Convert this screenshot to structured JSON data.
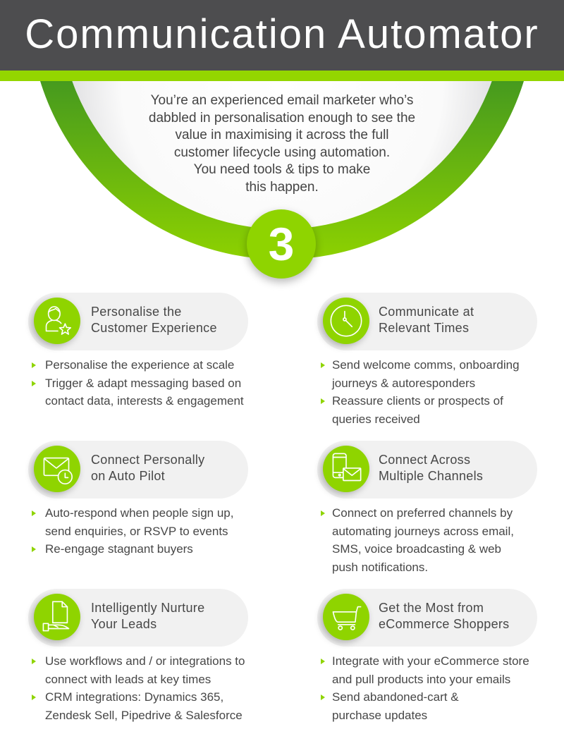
{
  "header": {
    "title": "Communication Automator"
  },
  "intro": {
    "lines": [
      "You’re an experienced email marketer who’s",
      "dabbled in personalisation enough to see the",
      "value in maximising it across the full",
      "customer lifecycle using automation.",
      "You need tools & tips to make",
      "this happen."
    ]
  },
  "step_number": "3",
  "colors": {
    "header_bg": "#4d4d4f",
    "stripe": "#94d600",
    "accent": "#8fd400",
    "arc_dark": "#469a1e",
    "arc_light": "#8ed200",
    "text": "#474747",
    "pill": "#f1f1f1"
  },
  "sections": [
    {
      "icon": "person-star-icon",
      "title_lines": [
        "Personalise the",
        "Customer Experience"
      ],
      "bullets": [
        {
          "lines": [
            "Personalise the experience at scale"
          ]
        },
        {
          "lines": [
            "Trigger & adapt messaging based on",
            "contact data, interests & engagement"
          ]
        }
      ]
    },
    {
      "icon": "clock-icon",
      "title_lines": [
        "Communicate at",
        "Relevant Times"
      ],
      "bullets": [
        {
          "lines": [
            "Send welcome comms, onboarding",
            "journeys & autoresponders"
          ]
        },
        {
          "lines": [
            "Reassure clients or prospects of",
            "queries received"
          ]
        }
      ]
    },
    {
      "icon": "mail-clock-icon",
      "title_lines": [
        "Connect Personally",
        "on Auto Pilot"
      ],
      "bullets": [
        {
          "lines": [
            "Auto-respond when people sign up,",
            "send enquiries, or RSVP to events"
          ]
        },
        {
          "lines": [
            "Re-engage stagnant buyers"
          ]
        }
      ]
    },
    {
      "icon": "phone-mail-icon",
      "title_lines": [
        "Connect Across",
        "Multiple Channels"
      ],
      "bullets": [
        {
          "lines": [
            "Connect on preferred channels by",
            "automating journeys across email,",
            "SMS, voice broadcasting & web",
            "push notifications."
          ]
        }
      ]
    },
    {
      "icon": "document-hand-icon",
      "title_lines": [
        "Intelligently Nurture",
        "Your Leads"
      ],
      "bullets": [
        {
          "lines": [
            "Use workflows and / or integrations to",
            "connect with leads at key times"
          ]
        },
        {
          "lines": [
            "CRM integrations: Dynamics 365,",
            "Zendesk Sell, Pipedrive & Salesforce"
          ]
        }
      ]
    },
    {
      "icon": "shopping-cart-icon",
      "title_lines": [
        "Get the Most from",
        "eCommerce Shoppers"
      ],
      "bullets": [
        {
          "lines": [
            "Integrate with your eCommerce store",
            "and pull products into your emails"
          ]
        },
        {
          "lines": [
            "Send abandoned-cart &",
            "purchase updates"
          ]
        }
      ]
    }
  ]
}
